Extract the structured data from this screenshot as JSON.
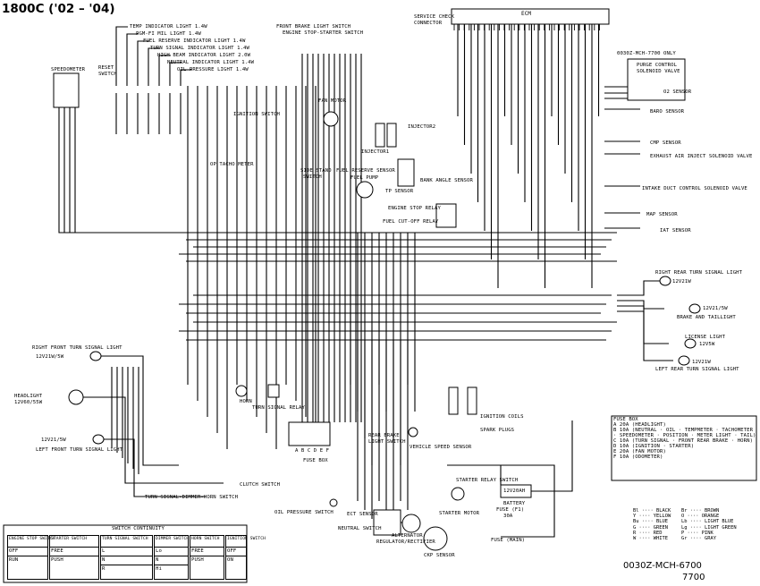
{
  "title": "1800C ('02 – '04)",
  "part_numbers": [
    "0030Z-MCH-6700",
    "7700"
  ],
  "ecm_label": "ECM",
  "service_check": [
    "SERVICE CHECK",
    "CONNECTOR"
  ],
  "only_note": "0030Z-MCH-7700 ONLY",
  "indicators": [
    "TEMP INDICATOR LIGHT  1.4W",
    "PGM-FI MIL LIGHT  1.4W",
    "FUEL RESERVE INDICATOR LIGHT  1.4W",
    "TURN SIGNAL INDICATOR LIGHT  1.4W",
    "HIGH BEAM INDICATOR LIGHT  2.0W",
    "NEUTRAL INDICATOR LIGHT  1.4W",
    "OIL PRESSURE LIGHT  1.4W"
  ],
  "speedometer": "SPEEDOMETER",
  "reset_switch": [
    "RESET",
    "SWITCH"
  ],
  "front_brake": "FRONT BRAKE LIGHT SWITCH",
  "engine_stop": "ENGINE STOP-STARTER SWITCH",
  "fan_motor": "FAN MOTOR",
  "ignition_switch": "IGNITION SWITCH",
  "op_tacho": "OP TACHO METER",
  "side_stand": [
    "SIDE STAND",
    "SWITCH"
  ],
  "fuel_reserve": "FUEL RESERVE SENSOR",
  "fuel_pump": "FUEL PUMP",
  "injector1": "INJECTOR1",
  "injector2": "INJECTOR2",
  "tp_sensor": "TP SENSOR",
  "bank_angle": "BANK ANGLE SENSOR",
  "engine_stop_relay": "ENGINE STOP RELAY",
  "fuel_cutoff_relay": "FUEL CUT-OFF RELAY",
  "purge": [
    "PURGE CONTROL",
    "SOLENOID VALVE"
  ],
  "o2_sensor": "O2 SENSOR",
  "baro_sensor": "BARO SENSOR",
  "cmp_sensor": "CMP SENSOR",
  "exhaust_air": "EXHAUST AIR INJECT SOLENOID VALVE",
  "intake_duct": "INTAKE DUCT CONTROL SOLENOID VALVE",
  "map_sensor": "MAP SENSOR",
  "iat_sensor": "IAT SENSOR",
  "right_rear_turn": "RIGHT REAR TURN SIGNAL LIGHT",
  "rr_bulb": "12V21W",
  "brake_bulb": "12V21/5W",
  "brake_tail": "BRAKE AND TAILLIGHT",
  "license": "LICENSE LIGHT",
  "license_bulb": "12V5W",
  "lr_bulb": "12V21W",
  "left_rear_turn": "LEFT REAR TURN SIGNAL LIGHT",
  "right_front_turn": "RIGHT FRONT TURN SIGNAL LIGHT",
  "rf_bulb": "12V21W/5W",
  "headlight": [
    "HEADLIGHT",
    "12V60/55W"
  ],
  "lf_bulb": "12V21/5W",
  "left_front_turn": "LEFT FRONT TURN SIGNAL LIGHT",
  "horn": "HORN",
  "turn_relay": "TURN SIGNAL RELAY",
  "fuse_box_label": "FUSE BOX",
  "fuse_letters": "A B C D E F",
  "ignition_coils": "IGNITION COILS",
  "spark_plugs": "SPARK PLUGS",
  "rear_brake": [
    "REAR BRAKE",
    "LIGHT SWITCH"
  ],
  "vehicle_speed": "VEHICLE SPEED SENSOR",
  "turn_dimmer": "TURN SIGNAL-DIMMER-HORN SWITCH",
  "clutch": "CLUTCH SWITCH",
  "oil_pressure_sw": "OIL PRESSURE SWITCH",
  "neutral_sw": "NEUTRAL SWITCH",
  "ect": "ECT SENSOR",
  "regulator": "REGULATOR/RECTIFIER",
  "alternator": "ALTERNATOR",
  "ckp": "CKP SENSOR",
  "starter_relay": "STARTER RELAY SWITCH",
  "starter_motor": "STARTER MOTOR",
  "battery_rating": "12V20AH",
  "battery": "BATTERY",
  "main_fuse_rating": "30A",
  "main_fuse_sub": "FUSE (F1)",
  "fuse_main": "FUSE (MAIN)",
  "fuse_box": {
    "title": "FUSE BOX",
    "lines": [
      "A 20A (HEADLIGHT)",
      "B 10A (NEUTRAL · OIL · TEMPMETER · TACHOMETER",
      "  · SPEEDOMETER · POSITION · METER LIGHT · TAIL)",
      "C 10A (TURN SIGNAL · FRONT REAR BRAKE · HORN)",
      "D 10A (IGNITION · STARTER)",
      "E 20A (FAN MOTOR)",
      "F 10A (ODOMETER)"
    ]
  },
  "colors": [
    [
      "Bl ···· BLACK",
      "Br ···· BROWN"
    ],
    [
      "Y ···· YELLOW",
      "O ···· ORANGE"
    ],
    [
      "Bu ···· BLUE",
      "Lb ···· LIGHT BLUE"
    ],
    [
      "G ···· GREEN",
      "Lg ···· LIGHT GREEN"
    ],
    [
      "R ···· RED",
      "P ···· PINK"
    ],
    [
      "W ···· WHITE",
      "Gr ···· GRAY"
    ]
  ],
  "switch_continuity": "SWITCH CONTINUITY",
  "switch_panels": [
    {
      "title": "ENGINE STOP SWITCH",
      "rows": [
        "OFF",
        "RUN"
      ]
    },
    {
      "title": "STARTER SWITCH",
      "rows": [
        "FREE",
        "PUSH"
      ]
    },
    {
      "title": "TURN SIGNAL SWITCH",
      "rows": [
        "L",
        "N",
        "R"
      ]
    },
    {
      "title": "DIMMER SWITCH",
      "rows": [
        "Lo",
        "N",
        "Hi"
      ]
    },
    {
      "title": "HORN SWITCH",
      "rows": [
        "FREE",
        "PUSH"
      ]
    },
    {
      "title": "IGNITION SWITCH",
      "rows": [
        "OFF",
        "ON"
      ]
    }
  ],
  "accent": "#000000"
}
